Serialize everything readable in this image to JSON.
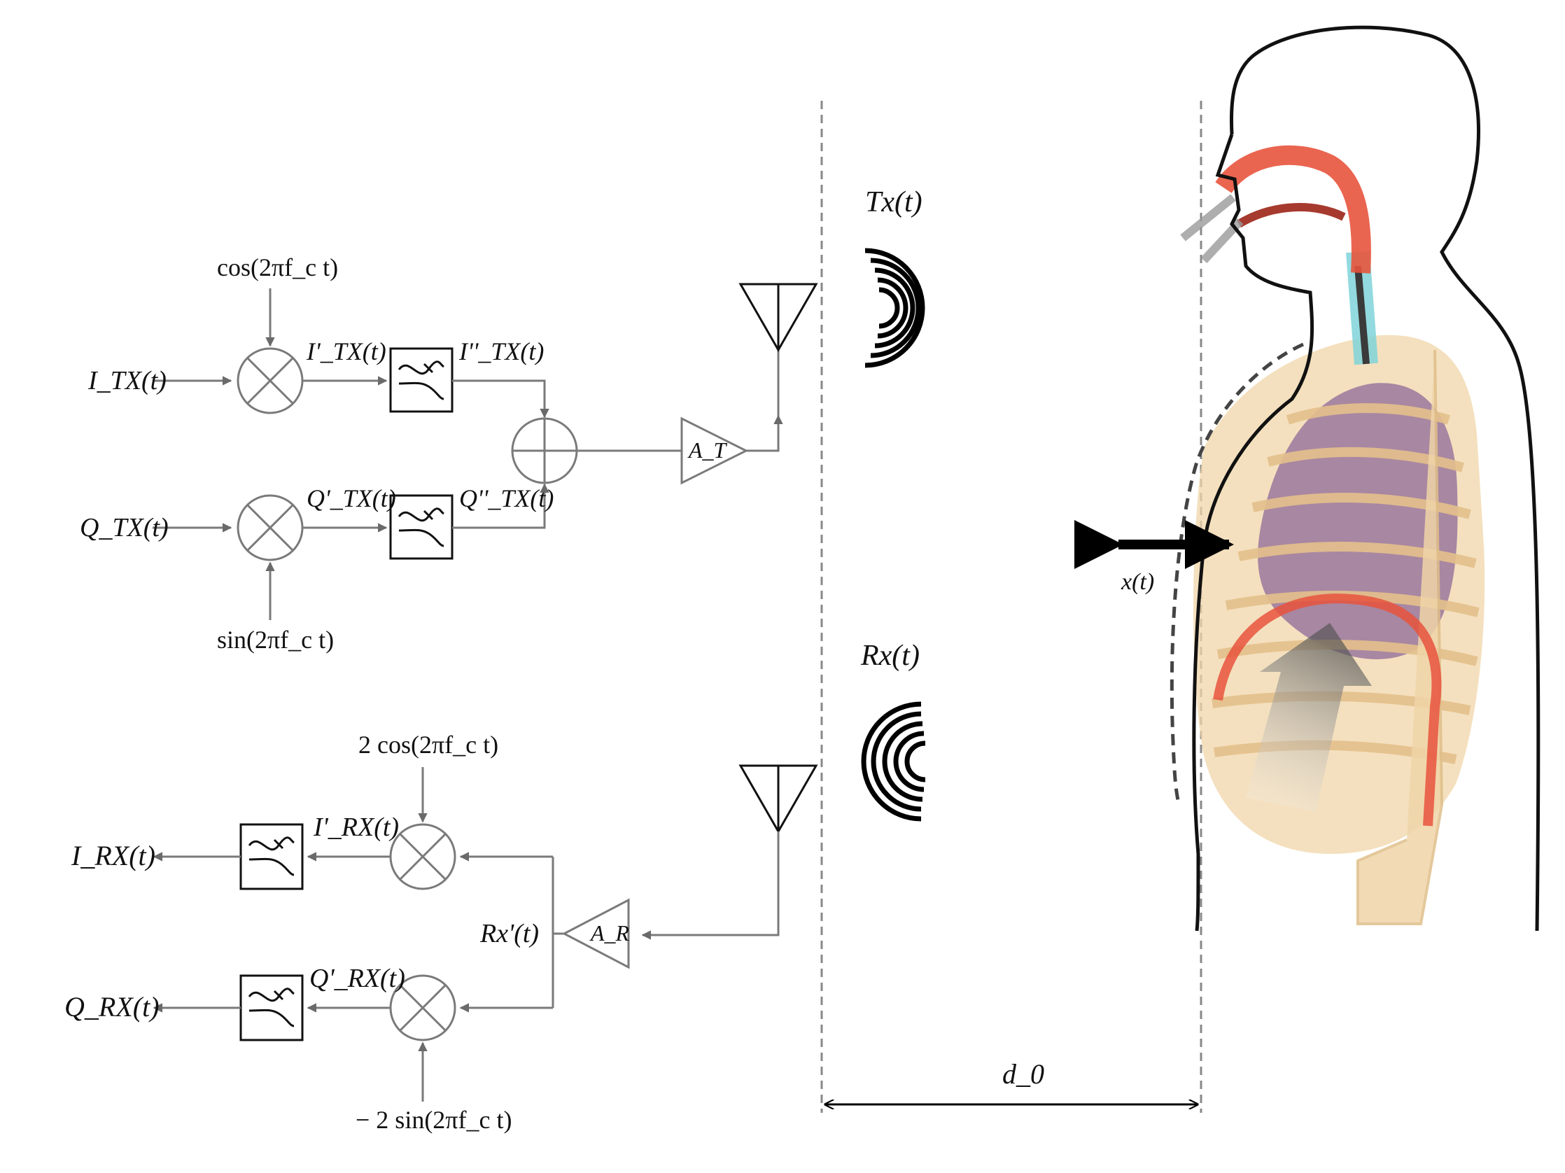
{
  "tx_chain": {
    "i_input": "I_TX(t)",
    "q_input": "Q_TX(t)",
    "cos_lo": "cos(2πf_c t)",
    "sin_lo": "sin(2πf_c t)",
    "i_mixed": "I'_TX(t)",
    "q_mixed": "Q'_TX(t)",
    "i_filtered": "I''_TX(t)",
    "q_filtered": "Q''_TX(t)",
    "amplifier": "A_T"
  },
  "rx_chain": {
    "cos_lo": "2 cos(2πf_c t)",
    "sin_lo": "− 2 sin(2πf_c t)",
    "i_mixed": "I'_RX(t)",
    "q_mixed": "Q'_RX(t)",
    "i_output": "I_RX(t)",
    "q_output": "Q_RX(t)",
    "amplifier": "A_R",
    "received": "Rx'(t)"
  },
  "channel": {
    "tx_signal": "Tx(t)",
    "rx_signal": "Rx(t)",
    "displacement": "x(t)",
    "distance": "d_0"
  },
  "colors": {
    "wire": "#7a7a7a",
    "airway": "#e8543d",
    "trachea": "#7fd3d9",
    "lungs": "#a07d9e",
    "ribs": "#f0d5a8"
  }
}
